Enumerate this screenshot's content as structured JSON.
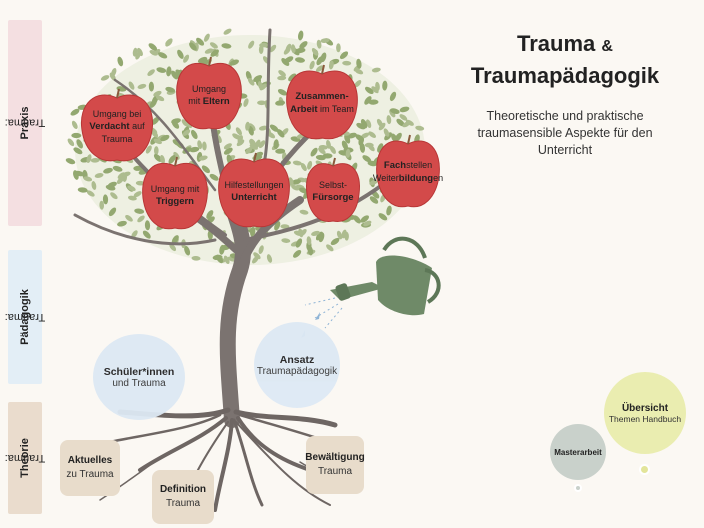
{
  "bands": {
    "praxis": {
      "prefix": "Trauma: ",
      "strong": "Praxis",
      "color": "#f4dfe1"
    },
    "paedagogik": {
      "prefix": "Trauma: ",
      "strong": "Pädagogik",
      "color": "#e3eef6"
    },
    "theorie": {
      "prefix": "Trauma: ",
      "strong": "Theorie",
      "color": "#eadccd"
    }
  },
  "header": {
    "title_part1": "Trauma",
    "title_amp": "&",
    "title_line2": "Traumapädagogik",
    "subtitle_line1": "Theoretische und praktische",
    "subtitle_line2": "traumasensible Aspekte für den",
    "subtitle_line3": "Unterricht"
  },
  "apples": {
    "verdacht": {
      "pre": "Umgang bei",
      "strong": "Verdacht",
      "after": " auf",
      "post": "Trauma"
    },
    "eltern": {
      "pre": "Umgang",
      "pre2": "mit ",
      "strong": "Eltern"
    },
    "zusammenarbeit": {
      "strong1": "Zusammen-",
      "strong2": "Arbeit",
      "rest": " im Team"
    },
    "fachstellen": {
      "strong1": "Fach",
      "rest1": "stellen",
      "rest2": "Weiter",
      "strong2": "bildung",
      "rest3": "en"
    },
    "triggern": {
      "pre": "Umgang mit",
      "strong": "Triggern"
    },
    "hilfestellungen": {
      "pre": "Hilfestellungen",
      "strong": "Unterricht"
    },
    "fuersorge": {
      "pre": "Selbst-",
      "strong": "Fürsorge"
    }
  },
  "bubbles": {
    "schueler": {
      "strong": "Schüler*innen",
      "rest": "und Trauma"
    },
    "ansatz": {
      "strong": "Ansatz",
      "rest": "Traumapädagogik"
    }
  },
  "cards": {
    "aktuelles": {
      "strong": "Aktuelles",
      "rest": "zu Trauma"
    },
    "definition": {
      "strong": "Definition",
      "rest": "Trauma"
    },
    "bewaeltigung": {
      "strong": "Bewältigung",
      "rest": "Trauma"
    }
  },
  "pins": {
    "masterarbeit": {
      "label": "Masterarbeit",
      "color": "#c9d1cb"
    },
    "uebersicht": {
      "strong": "Übersicht",
      "rest": "Themen Handbuch",
      "color": "#eaedb0"
    }
  },
  "colors": {
    "apple": "#d34a4a",
    "apple_edge": "#b83737",
    "leaf": "#8ea46a",
    "trunk": "#7b7370",
    "watering_can": "#6f8a68"
  }
}
